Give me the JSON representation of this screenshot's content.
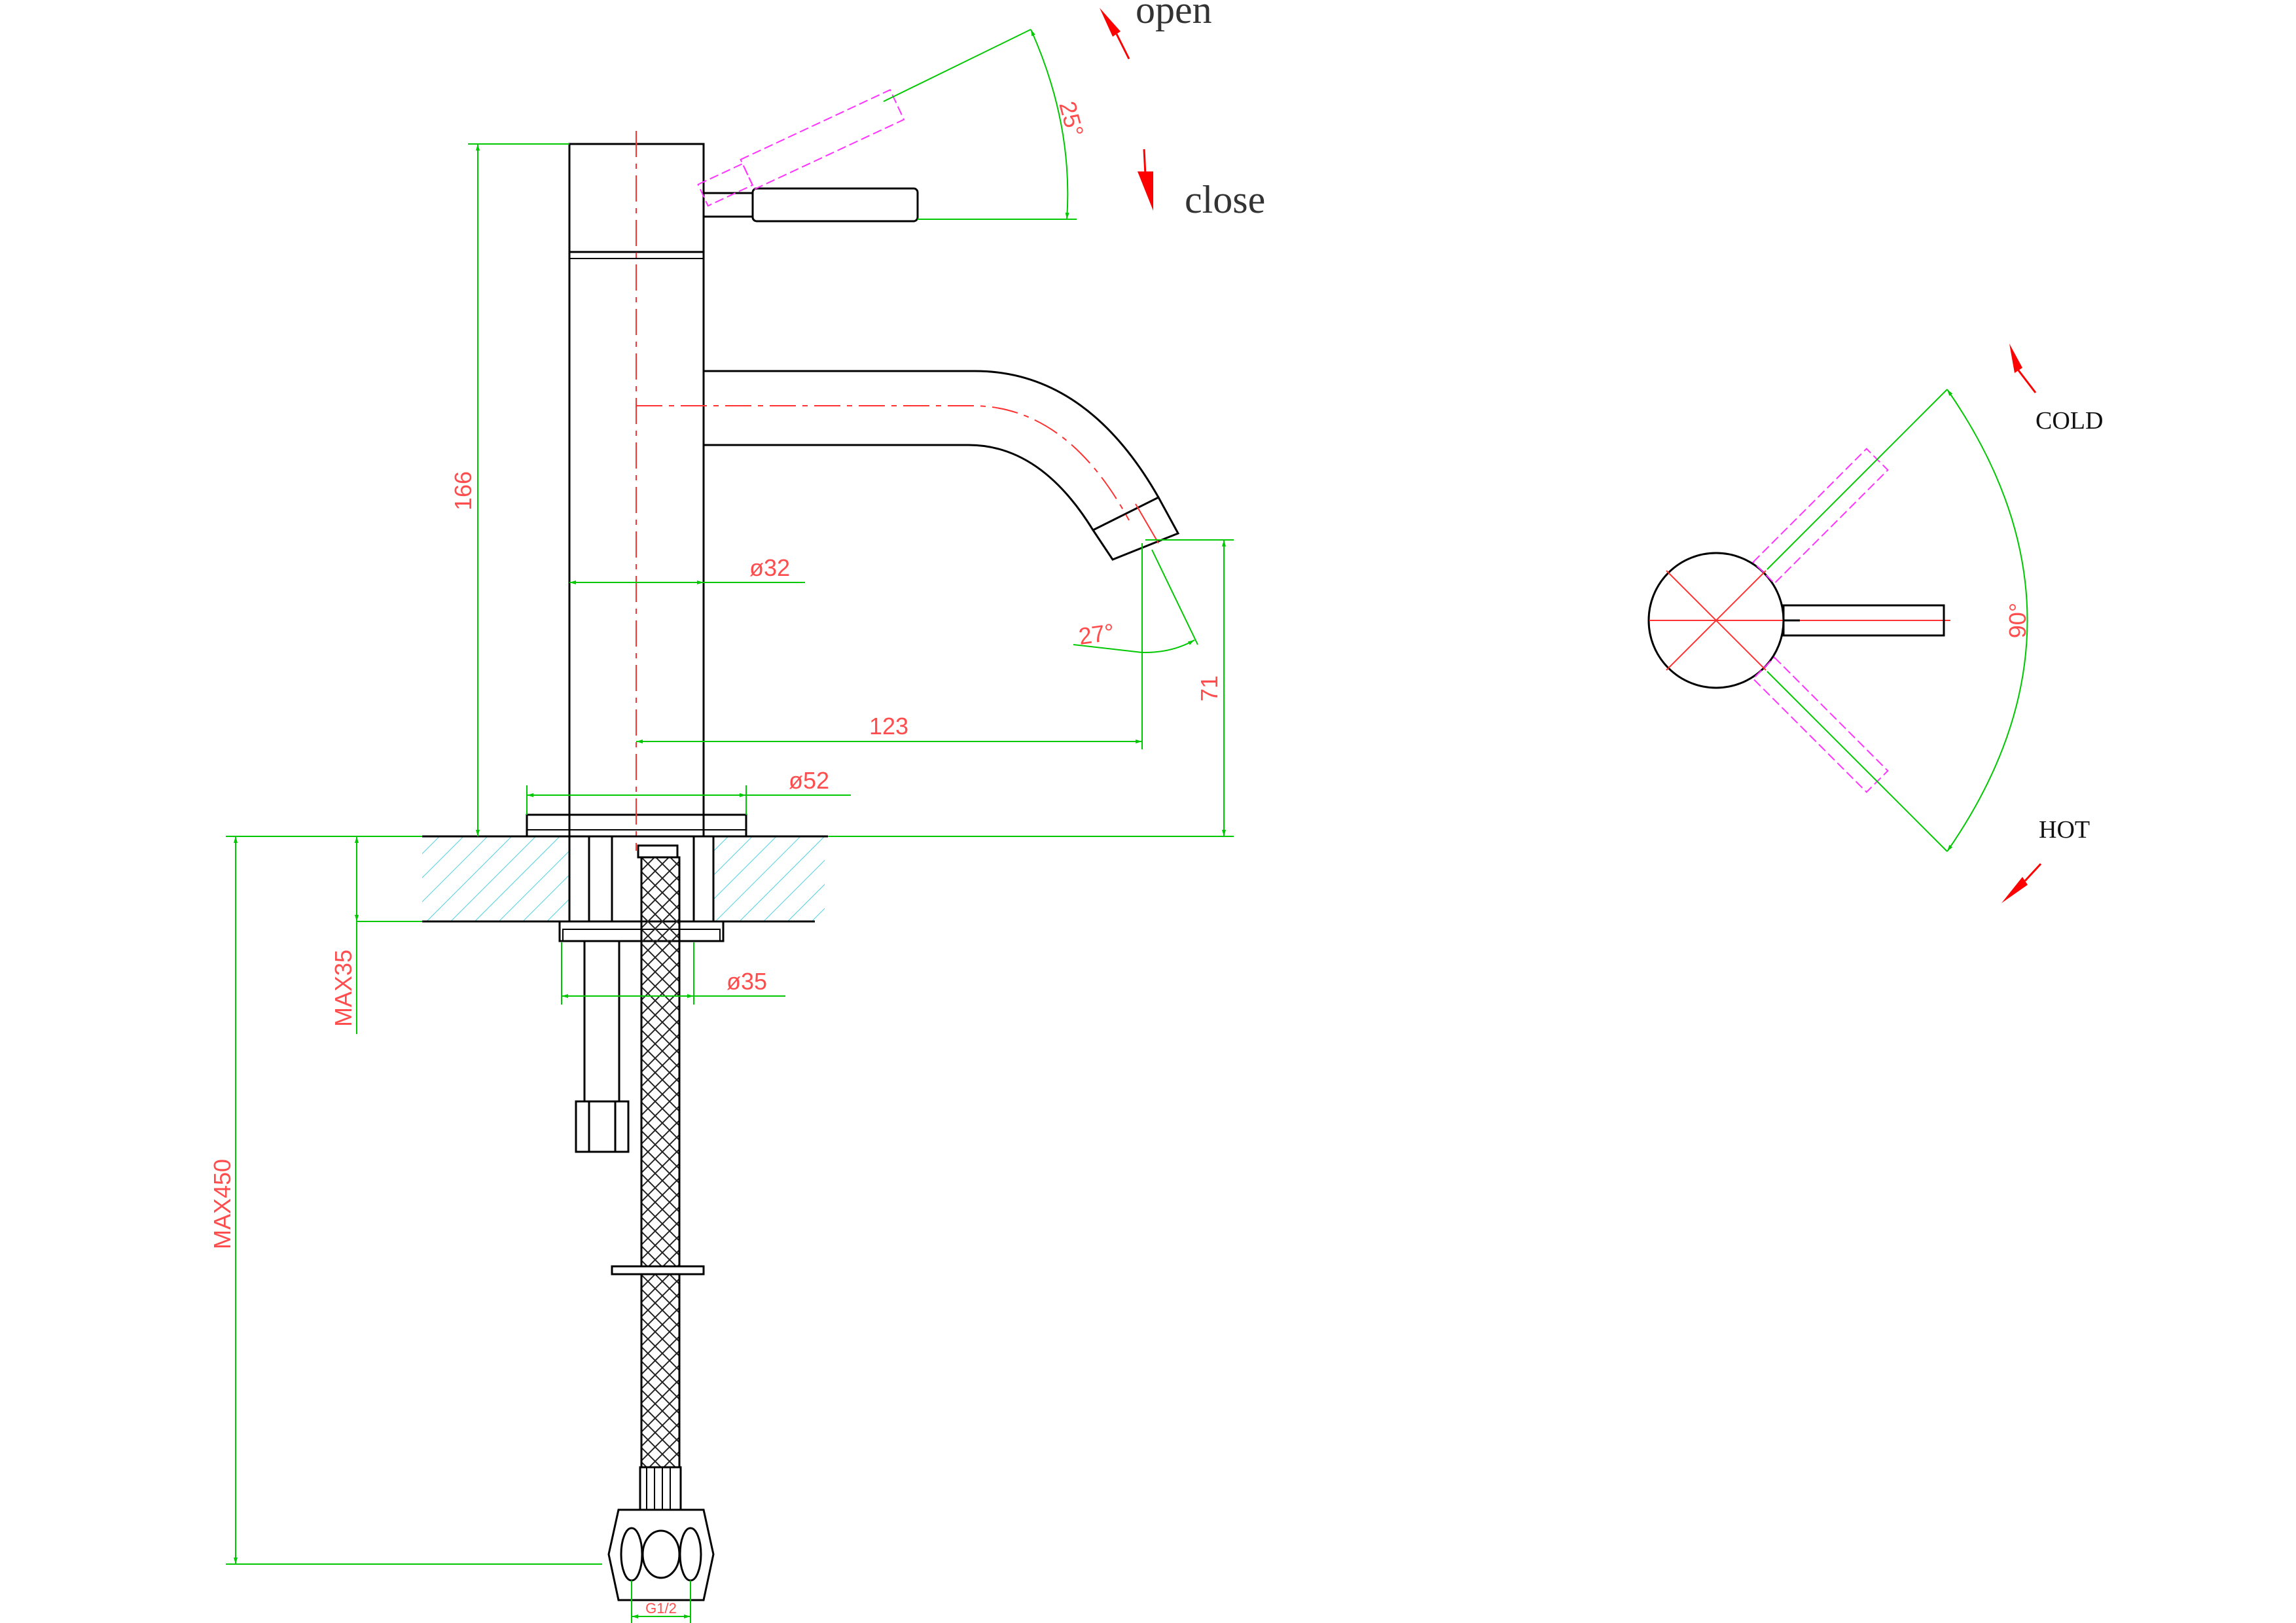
{
  "labels": {
    "open": "open",
    "close": "close",
    "cold": "COLD",
    "hot": "HOT"
  },
  "dimensions": {
    "height_166": "166",
    "dia_32": "ø32",
    "angle_27": "27°",
    "reach_123": "123",
    "spout_71": "71",
    "dia_52": "ø52",
    "angle_25": "25°",
    "max_35": "MAX35",
    "dia_35": "ø35",
    "max_450": "MAX450",
    "thread_g12": "G1/2",
    "angle_90": "90°"
  },
  "colors": {
    "outline": "#000000",
    "dimension": "#00c800",
    "dimension_text": "#ff4d4d",
    "centerline": "#ff3030",
    "alt_position": "#ff33ff",
    "arrow": "#ff0000",
    "hatch": "#4dd0e1"
  }
}
